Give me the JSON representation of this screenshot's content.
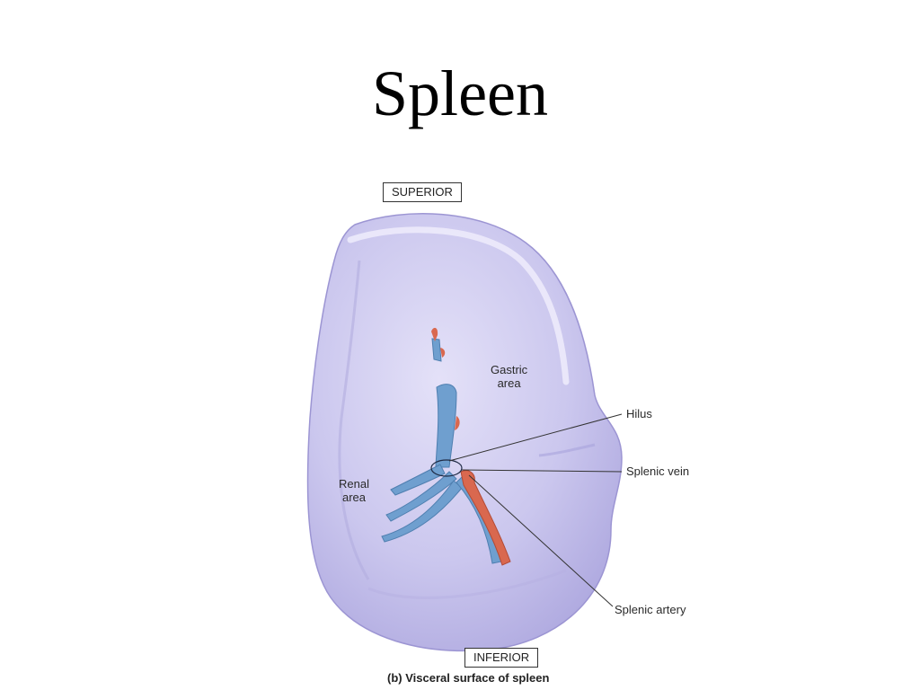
{
  "slide": {
    "title": "Spleen"
  },
  "figure": {
    "orientation_top": "SUPERIOR",
    "orientation_bottom": "INFERIOR",
    "areas": {
      "gastric_line1": "Gastric",
      "gastric_line2": "area",
      "renal_line1": "Renal",
      "renal_line2": "area"
    },
    "callouts": {
      "hilus": "Hilus",
      "splenic_vein": "Splenic vein",
      "splenic_artery": "Splenic artery"
    },
    "caption": "(b) Visceral surface of spleen",
    "colors": {
      "organ_fill": "#c7c3ec",
      "organ_highlight": "#e9e7fb",
      "organ_shadow": "#a9a3dc",
      "vein": "#6f9fcf",
      "artery": "#d9684f"
    }
  }
}
